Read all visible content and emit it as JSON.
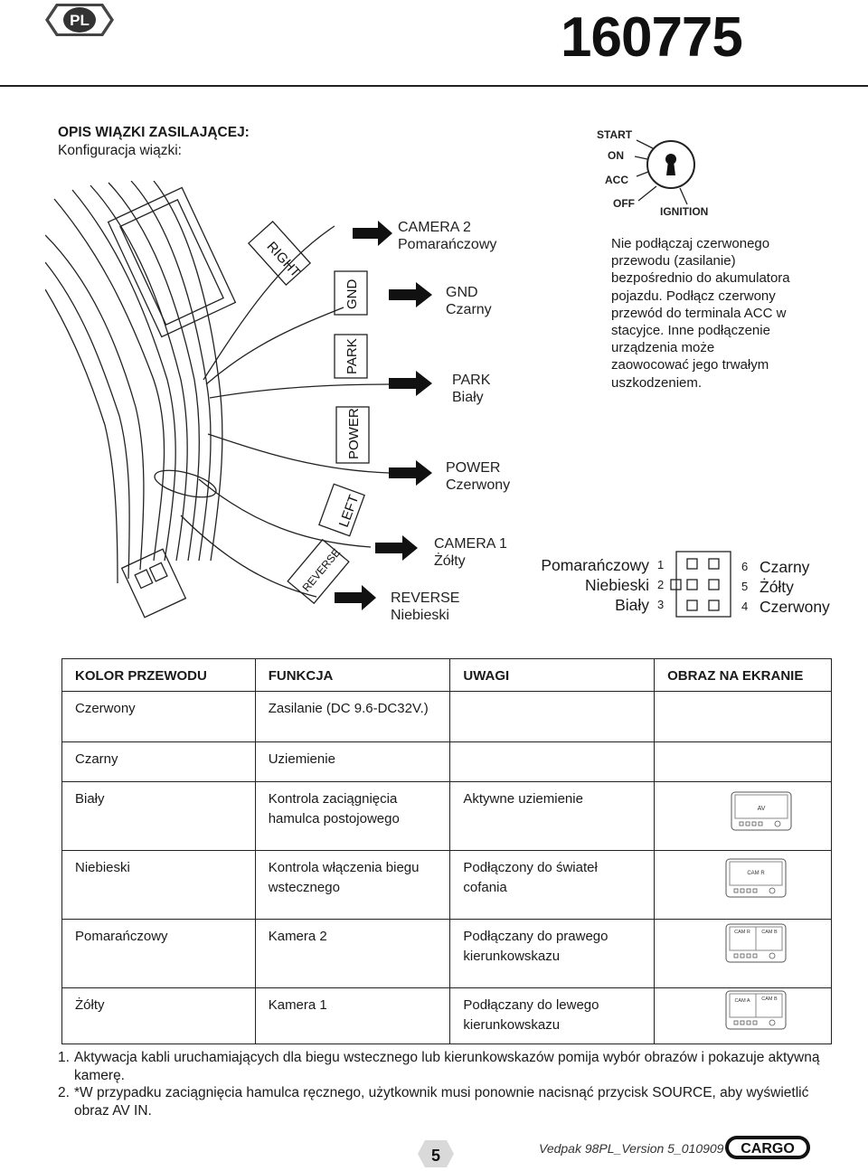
{
  "brand": {
    "logo_text": "PL"
  },
  "doc_number": "160775",
  "section": {
    "title": "OPIS WIĄZKI ZASILAJĄCEJ:",
    "subtitle": "Konfiguracja wiązki:"
  },
  "harness_tags": [
    "RIGHT",
    "GND",
    "PARK",
    "POWER",
    "LEFT",
    "REVERSE"
  ],
  "wire_callouts": [
    {
      "name": "CAMERA 2",
      "color": "Pomarańczowy"
    },
    {
      "name": "GND",
      "color": "Czarny"
    },
    {
      "name": "PARK",
      "color": "Biały"
    },
    {
      "name": "POWER",
      "color": "Czerwony"
    },
    {
      "name": "CAMERA 1",
      "color": "Żółty"
    },
    {
      "name": "REVERSE",
      "color": "Niebieski"
    }
  ],
  "ignition": {
    "positions": [
      "START",
      "ON",
      "ACC",
      "OFF"
    ],
    "label": "IGNITION"
  },
  "warning": "Nie podłączaj czerwonego przewodu (zasilanie) bezpośrednio do akumulatora pojazdu. Podłącz czerwony przewód do terminala ACC w stacyjce. Inne podłączenie urządzenia może zaowocować jego trwałym uszkodzeniem.",
  "connector": {
    "left": [
      {
        "color": "Pomarańczowy",
        "pin": "1"
      },
      {
        "color": "Niebieski",
        "pin": "2"
      },
      {
        "color": "Biały",
        "pin": "3"
      }
    ],
    "right": [
      {
        "pin": "6",
        "color": "Czarny"
      },
      {
        "pin": "5",
        "color": "Żółty"
      },
      {
        "pin": "4",
        "color": "Czerwony"
      }
    ]
  },
  "table": {
    "headers": [
      "KOLOR PRZEWODU",
      "FUNKCJA",
      "UWAGI",
      "OBRAZ NA EKRANIE"
    ],
    "rows": [
      {
        "color": "Czerwony",
        "function": "Zasilanie (DC 9.6-DC32V.)",
        "notes": "",
        "screen": []
      },
      {
        "color": "Czarny",
        "function": "Uziemienie",
        "notes": "",
        "screen": []
      },
      {
        "color": "Biały",
        "function": "Kontrola zaciągnięcia hamulca postojowego",
        "notes": "Aktywne uziemienie",
        "screen": [
          "AV"
        ]
      },
      {
        "color": "Niebieski",
        "function": "Kontrola włączenia biegu wstecznego",
        "notes": "Podłączony do świateł cofania",
        "screen": [
          "CAM R"
        ]
      },
      {
        "color": "Pomarańczowy",
        "function": "Kamera 2",
        "notes": "Podłączany do prawego kierunkowskazu",
        "screen": [
          "CAM R",
          "CAM B"
        ]
      },
      {
        "color": "Żółty",
        "function": "Kamera 1",
        "notes": "Podłączany do lewego kierunkowskazu",
        "screen": [
          "CAM A",
          "CAM B"
        ]
      }
    ]
  },
  "notes": [
    {
      "num": "1.",
      "text": "Aktywacja kabli uruchamiających dla biegu wstecznego lub kierunkowskazów pomija wybór obrazów i pokazuje aktywną kamerę."
    },
    {
      "num": "2.",
      "text": "*W przypadku zaciągnięcia hamulca ręcznego, użytkownik musi ponownie nacisnąć przycisk SOURCE, aby wyświetlić obraz AV IN."
    }
  ],
  "footer": {
    "page": "5",
    "version": "Vedpak 98PL_Version 5_010909",
    "brand": "CARGO"
  }
}
